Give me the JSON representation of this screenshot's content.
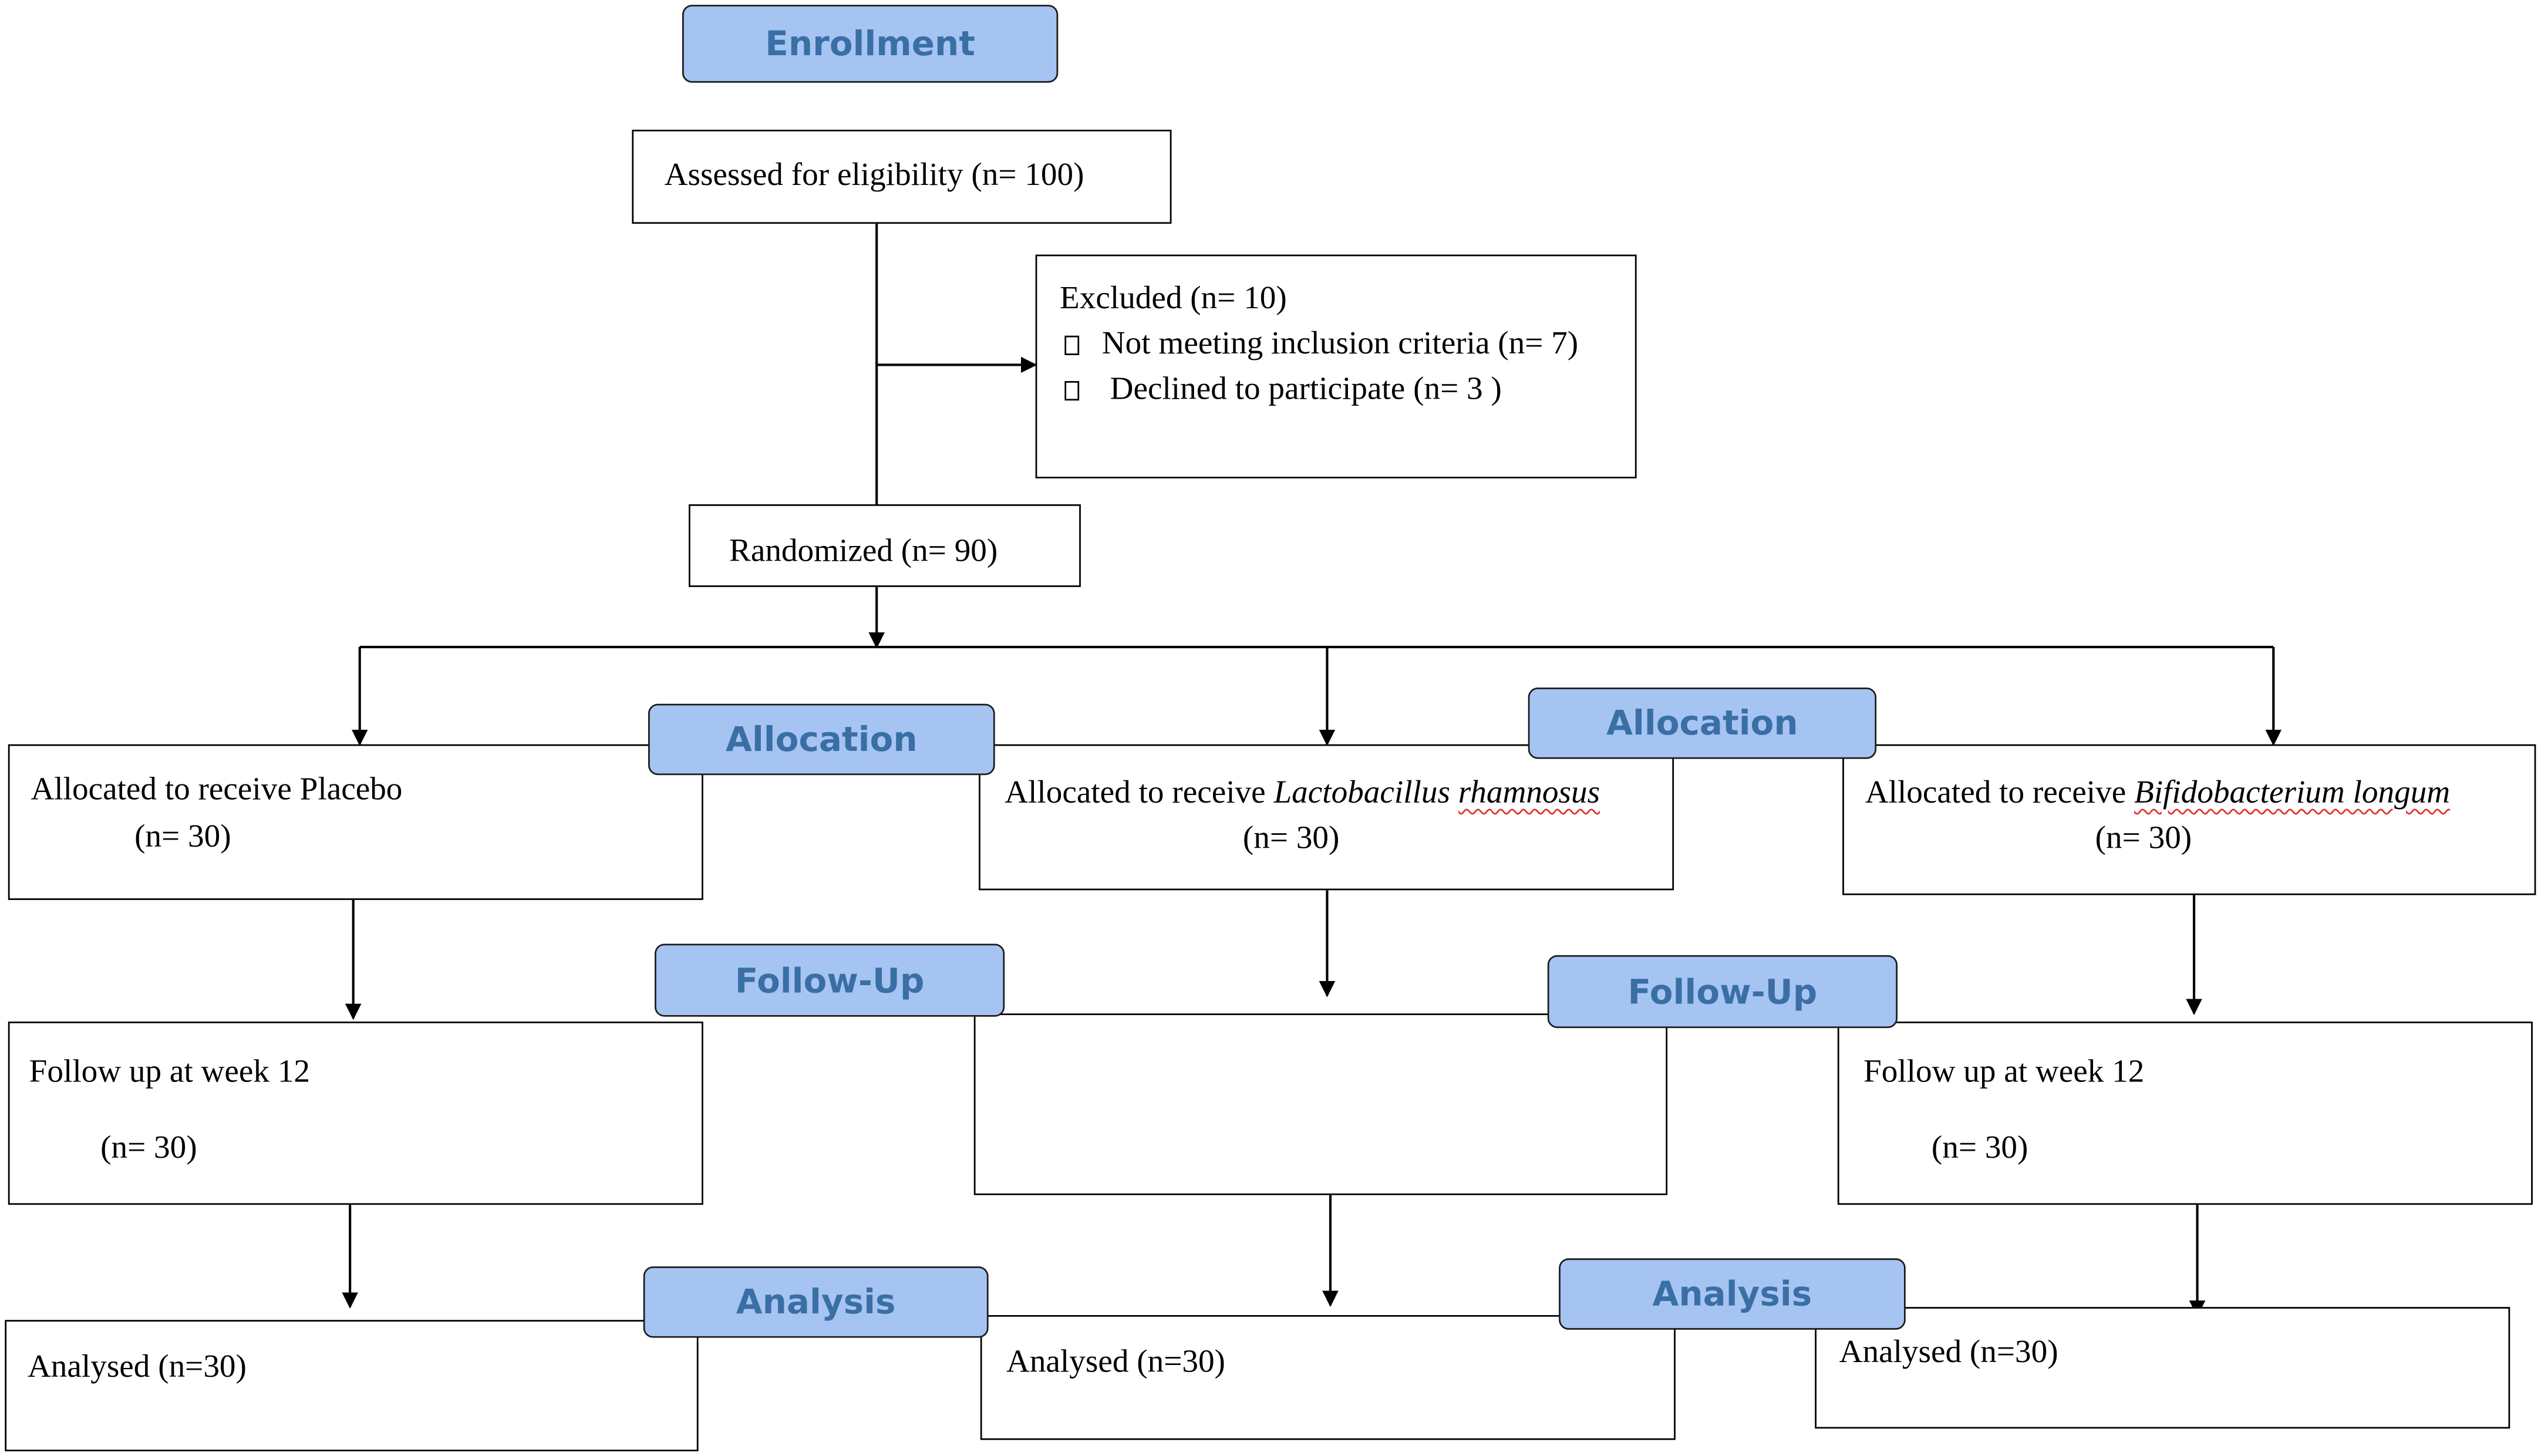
{
  "colors": {
    "stage_fill": "#a6c4f2",
    "stage_text": "#3a6fa5",
    "line": "#000000",
    "spellcheck": "#e0312b"
  },
  "stages": {
    "enrollment": "Enrollment",
    "allocation": "Allocation",
    "follow_up": "Follow-Up",
    "analysis": "Analysis"
  },
  "boxes": {
    "assessed": "Assessed for eligibility (n= 100)",
    "excluded": {
      "title": "Excluded (n= 10)",
      "items": [
        "Not meeting inclusion criteria (n= 7)",
        "Declined to participate (n= 3 )"
      ]
    },
    "randomized": "Randomized (n= 90)",
    "allocated": [
      {
        "prefix": "Allocated to receive Placebo",
        "name": "",
        "n": "(n= 30)"
      },
      {
        "prefix": "Allocated to receive ",
        "name": "Lactobacillus rhamnosus",
        "n": "(n= 30)"
      },
      {
        "prefix": "Allocated to receive ",
        "name": "Bifidobacterium longum",
        "n": "(n= 30)"
      }
    ],
    "follow_up": [
      {
        "label": "Follow up at week 12",
        "n": "(n= 30)"
      },
      {
        "label": "",
        "n": ""
      },
      {
        "label": "Follow up at week 12",
        "n": "(n= 30)"
      }
    ],
    "analysed": [
      "Analysed (n=30)",
      "Analysed (n=30)",
      "Analysed (n=30)"
    ]
  }
}
